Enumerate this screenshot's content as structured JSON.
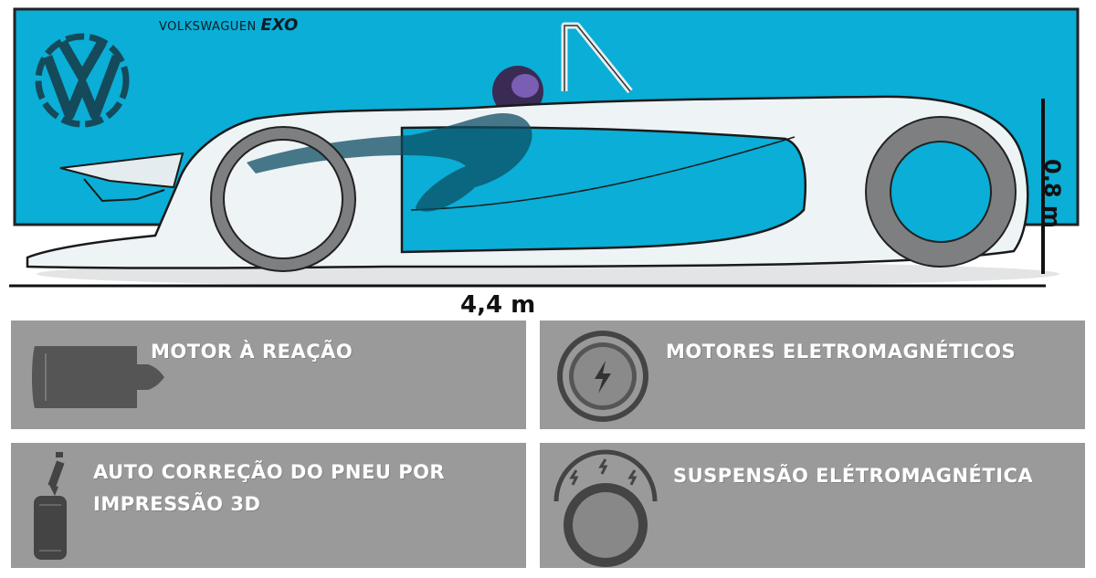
{
  "brand": {
    "name": "VOLKSWAGUEN",
    "model": "EXO"
  },
  "dimensions": {
    "length": "4,4 m",
    "height": "0,8 m"
  },
  "colors": {
    "sky": "#0aaed6",
    "panel": "#9a9a9a",
    "panel_text": "#ffffff",
    "car_body": "#eef3f6",
    "tire": "#7d7f80"
  },
  "features": [
    {
      "title": "MOTOR À REAÇÃO",
      "icon": "jet-engine-icon"
    },
    {
      "title": "MOTORES ELETROMAGNÉTICOS",
      "icon": "electric-motor-icon"
    },
    {
      "title_line1": "AUTO CORREÇÃO DO PNEU POR",
      "title_line2": "IMPRESSÃO 3D",
      "icon": "tire-3d-print-icon"
    },
    {
      "title": "SUSPENSÃO ELÉTROMAGNÉTICA",
      "icon": "magnetic-suspension-icon"
    }
  ]
}
